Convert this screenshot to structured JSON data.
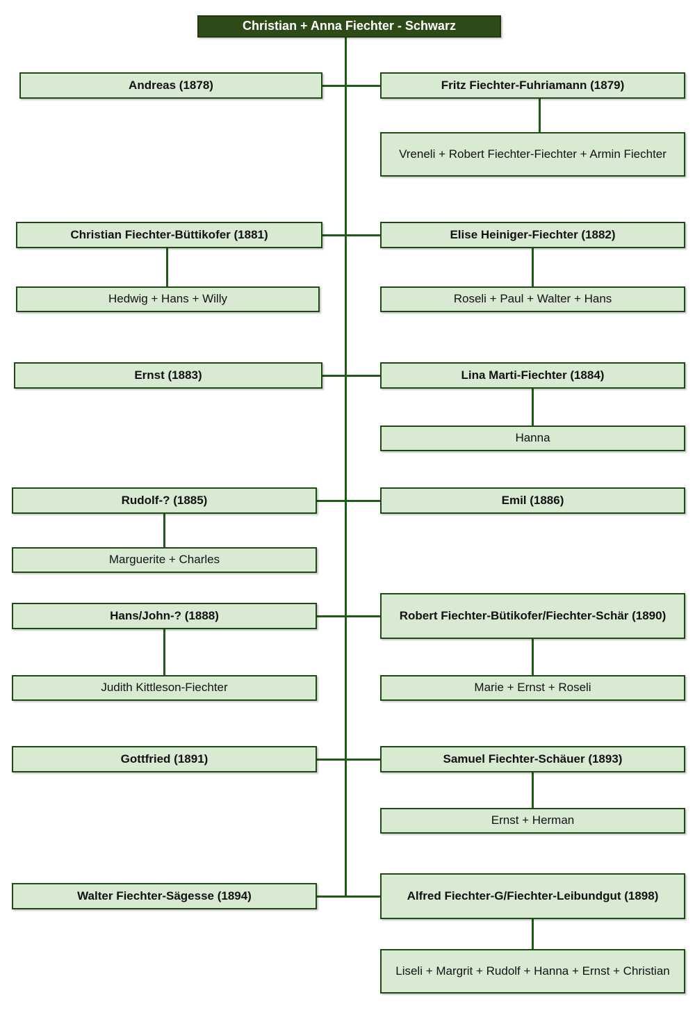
{
  "diagram": {
    "title": "Christian + Anna Fiechter - Schwarz",
    "type": "family-tree",
    "colors": {
      "root_fill": "#2d4a18",
      "root_text": "#ffffff",
      "node_fill": "#d9ead3",
      "node_border": "#1e4a14",
      "connector": "#1e5c18",
      "background": "#ffffff"
    },
    "root": {
      "label": "Christian + Anna Fiechter - Schwarz"
    },
    "generations": [
      {
        "left": {
          "label": "Andreas (1878)",
          "children": null
        },
        "right": {
          "label": "Fritz Fiechter-Fuhriamann (1879)",
          "children": "Vreneli + Robert Fiechter-Fiechter + Armin Fiechter"
        }
      },
      {
        "left": {
          "label": "Christian Fiechter-Büttikofer (1881)",
          "children": "Hedwig + Hans + Willy"
        },
        "right": {
          "label": "Elise Heiniger-Fiechter (1882)",
          "children": "Roseli + Paul + Walter + Hans"
        }
      },
      {
        "left": {
          "label": "Ernst (1883)",
          "children": null
        },
        "right": {
          "label": "Lina Marti-Fiechter (1884)",
          "children": "Hanna"
        }
      },
      {
        "left": {
          "label": "Rudolf-? (1885)",
          "children": "Marguerite + Charles"
        },
        "right": {
          "label": "Emil (1886)",
          "children": null
        }
      },
      {
        "left": {
          "label": "Hans/John-? (1888)",
          "children": "Judith Kittleson-Fiechter"
        },
        "right": {
          "label": "Robert Fiechter-Bütikofer/Fiechter-Schär (1890)",
          "children": "Marie + Ernst + Roseli"
        }
      },
      {
        "left": {
          "label": "Gottfried (1891)",
          "children": null
        },
        "right": {
          "label": "Samuel Fiechter-Schäuer (1893)",
          "children": "Ernst + Herman"
        }
      },
      {
        "left": {
          "label": "Walter Fiechter-Sägesse (1894)",
          "children": null
        },
        "right": {
          "label": "Alfred Fiechter-G/Fiechter-Leibundgut (1898)",
          "children": "Liseli + Margrit + Rudolf + Hanna + Ernst + Christian"
        }
      }
    ]
  }
}
